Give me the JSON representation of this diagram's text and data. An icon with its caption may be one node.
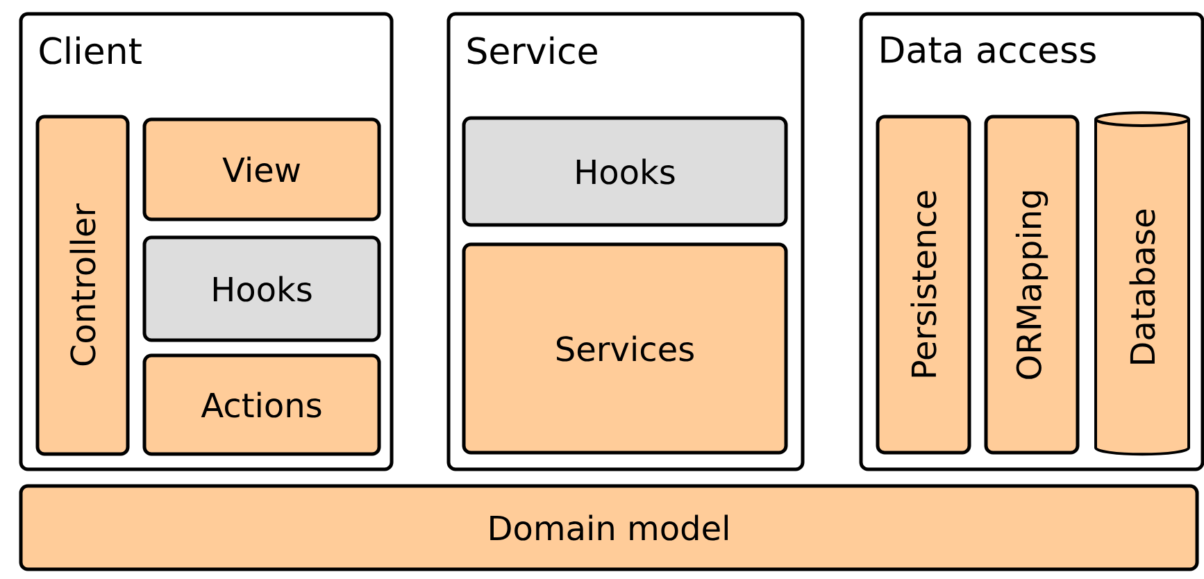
{
  "diagram": {
    "nodes": [
      {
        "text": [
          "Client"
        ]
      },
      {
        "text": [
          "Controller"
        ],
        "in": 0
      },
      {
        "text": [
          "View"
        ],
        "in": 0
      },
      {
        "text": [
          "Hooks"
        ],
        "in": 0
      },
      {
        "text": [
          "Actions"
        ],
        "in": 0
      },
      {
        "text": [
          "Service"
        ]
      },
      {
        "text": [
          "Hooks"
        ],
        "in": 5
      },
      {
        "text": [
          "Services"
        ],
        "in": 5
      },
      {
        "text": [
          "Data access"
        ]
      },
      {
        "text": [
          "Persistence"
        ],
        "in": 8
      },
      {
        "text": [
          "ORMapping"
        ],
        "in": 8
      },
      {
        "text": [
          "Database"
        ],
        "in": 8
      },
      {
        "text": [
          "Domain model"
        ]
      }
    ]
  }
}
